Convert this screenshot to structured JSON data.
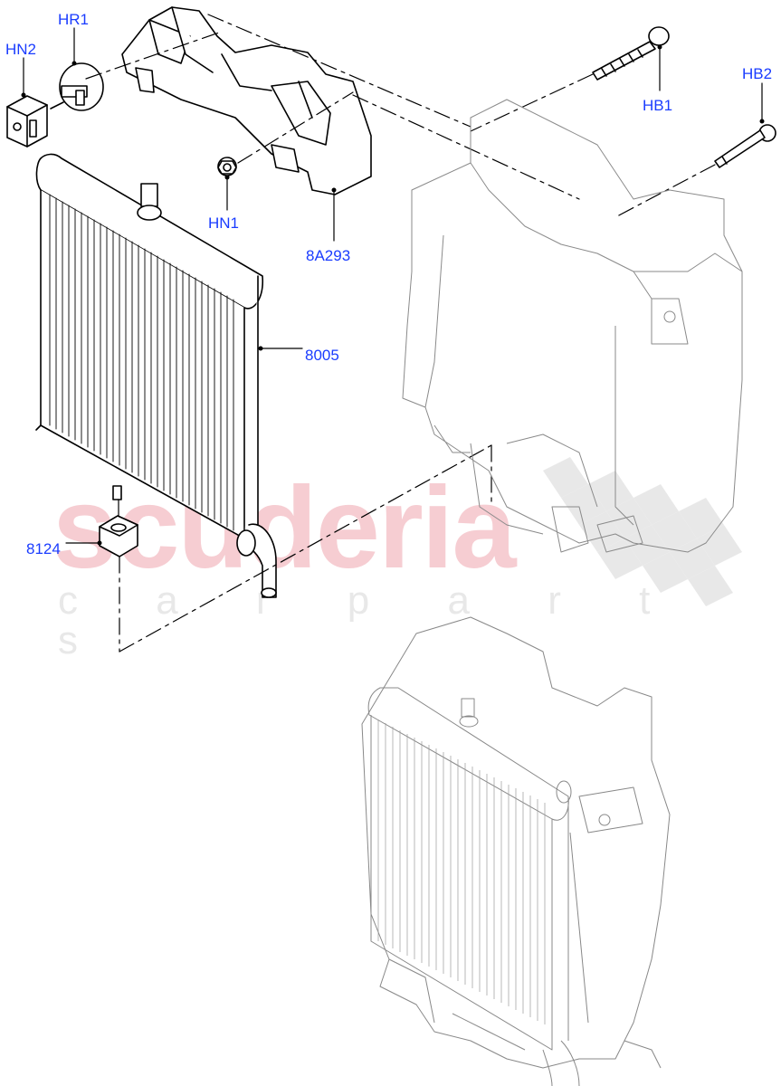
{
  "diagram": {
    "type": "exploded parts diagram",
    "subject": "radiator assembly with shroud and mounting brackets",
    "label_color": "#1a3cff",
    "line_color": "#000000",
    "ghost_line_color": "#8a8a8a"
  },
  "watermark": {
    "main": "scuderia",
    "sub": "c a r p a r t s",
    "main_color": "#f6cdd2",
    "sub_color": "#e8e8e8"
  },
  "callouts": [
    {
      "id": "HN2",
      "text": "HN2",
      "part": "nut"
    },
    {
      "id": "HR1",
      "text": "HR1",
      "part": "retainer"
    },
    {
      "id": "HB1",
      "text": "HB1",
      "part": "bolt"
    },
    {
      "id": "HB2",
      "text": "HB2",
      "part": "bolt"
    },
    {
      "id": "HN1",
      "text": "HN1",
      "part": "nut"
    },
    {
      "id": "8A293",
      "text": "8A293",
      "part": "upper bracket"
    },
    {
      "id": "8005",
      "text": "8005",
      "part": "radiator"
    },
    {
      "id": "8124",
      "text": "8124",
      "part": "insulator"
    }
  ]
}
